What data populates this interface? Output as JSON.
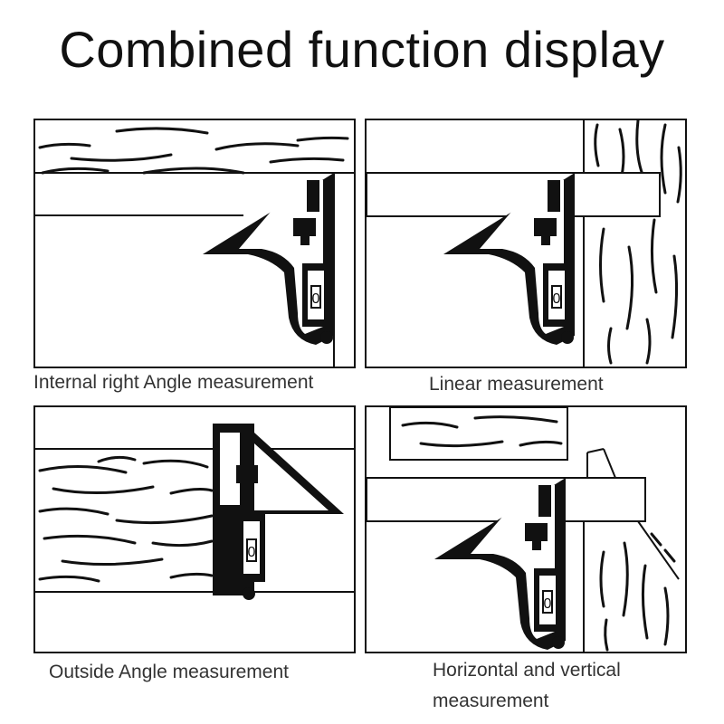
{
  "title": "Combined function display",
  "panels": [
    {
      "caption": "Internal right Angle measurement",
      "gauge_digit": "0"
    },
    {
      "caption": "Linear measurement",
      "gauge_digit": "0"
    },
    {
      "caption": "Outside Angle measurement",
      "gauge_digit": "0"
    },
    {
      "caption_line1": "Horizontal and vertical",
      "caption_line2": "measurement",
      "gauge_digit": "0"
    }
  ],
  "colors": {
    "ink": "#111111",
    "paper": "#ffffff"
  }
}
